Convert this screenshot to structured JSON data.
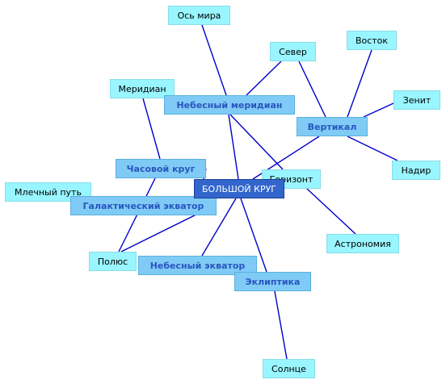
{
  "diagram": {
    "center": {
      "label": "БОЛЬШОЙ КРУГ"
    },
    "nodes": {
      "os_mira": "Ось мира",
      "sever": "Север",
      "vostok": "Восток",
      "meridian": "Меридиан",
      "nebesny_meridian": "Небесный меридиан",
      "vertikal": "Вертикал",
      "zenit": "Зенит",
      "nadir": "Надир",
      "chasovoy_krug": "Часовой круг",
      "gorizont": "Горизонт",
      "mlechny_put": "Млечный путь",
      "galakticheskiy_ekvator": "Галактический экватор",
      "astronomiya": "Астрономия",
      "polyus": "Полюс",
      "nebesny_ekvator": "Небесный экватор",
      "ekliptika": "Эклиптика",
      "solnce": "Солнце"
    },
    "colors": {
      "edge": "#0000cc",
      "leaf_fill": "#99f5ff",
      "mid_fill": "#7fcbf5",
      "mid_text": "#2a55c0",
      "center_fill": "#3366cc",
      "center_text": "#ffffff"
    }
  }
}
